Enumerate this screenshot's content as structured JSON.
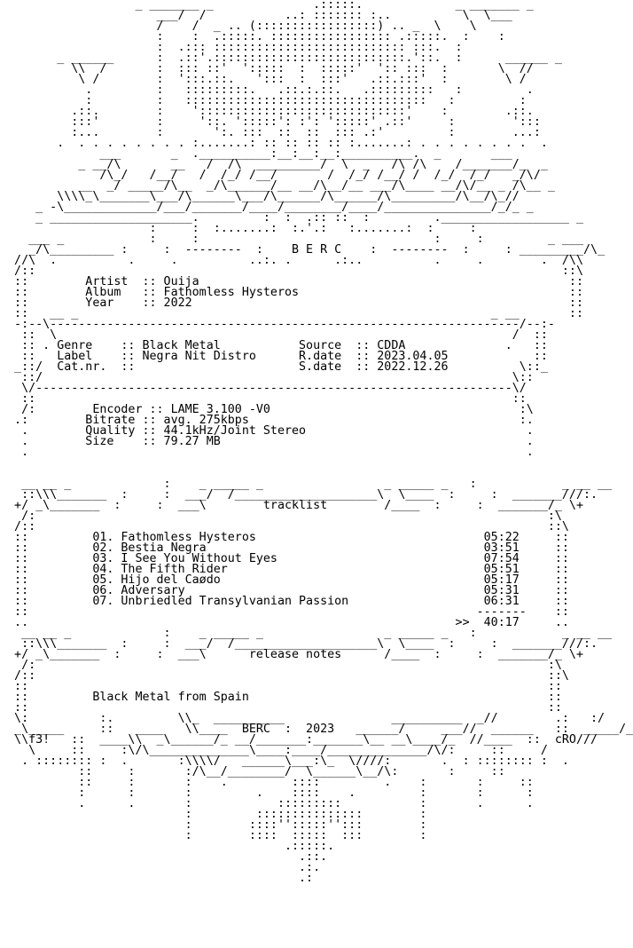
{
  "lines": [
    "                   _ _______ _              .:::::.             _ _______ _",
    "                      ___/  /           ..: ::::::: :..          \\  \\___",
    "                      /    /  _ .. (:::::::::::::::::) .. _  \\    \\",
    "                      :    :  .:::::. ::::::::::::::::: .:::::.  :    :",
    "                      :  .::: ::::::::::::::::::::::::::: :::.  :",
    "        _ ______      :  .::'.:::::::::::::::::::::::::::.'::.  :      ______ _",
    "          \\\\  /       :  ::: ::'  ':::::  :  :::::'  ':: :::  :       \\  //",
    "           \\ /        :  ':::.::.   ':::  :  :::'   .::.:::'  :        \\ /",
    "            .         :   :::::::::.   .::.:.::.   .:::::::::   :         .",
    "            :         :   ::::::::::::::::::::::::::::::::::   :         :",
    "          .::.        :    ':::::::::::::::::::::::::::::'    :        .::.",
    "          :::'        :     '::. ':::::': :': ':::::' .::'     :        ':::",
    "          :...        :       ':. :::  ::  ::  ::: .:'         :        ...:",
    "        .  . . . . . . . . :.......: :: :: :: :: :.......: . . . . . . . .  .",
    "              ___       _  .__________:__:__:__:__________.  _       ___",
    "           _ __/\\       __   /  /\\  _________/  \\  _   /\\ /\\    /_______/_  _",
    "              /\\_/   /__/   /  /_/ /__/       /  /_/ /__/ /  /_/  /_/   _/\\/",
    "           __  _/ _____/\\__  _/\\______/__ __/\\__/__ ___/\\____ __/\\/__ _ /\\__ _",
    "        \\\\\\\\_\\_______\\___/\\______\\___/\\______/\\______/\\_________/\\__/\\_//",
    "     _ -\\_____________/___/_______/____/________/____/_______________/_/_ _",
    "     _ ____________________.         :  :  .:: ::  :         .__________________ _",
    "                     :     :  :.......:  :.'.:   :.......:  :     :",
    "    ___ _            :     :                                 :     :         _ ___",
    "    _/\\_________ :     :  --------  :    B E R C    :  --------  :     : _________/\\_",
    "  //\\  .          .     .          ..:. .      .:..          .     .        .  /\\\\",
    "  /::                                                                          ::\\",
    "  ::        Artist  :: Ouija                                                    ::",
    "  ::        Album   :: Fathomless Hysteros                                      ::",
    "  ::        Year    :: 2022                                                     ::",
    "  ::   __ _                                                          _ __       ::",
    "  -:--\\------------------------------------------------------------------/--:-",
    "   ::  \\                                                                /  ::",
    "   :: . Genre    :: Black Metal           Source  :: CDDA              .   ::",
    "   ::   Label    :: Negra Nit Distro      R.date  :: 2023.04.05            ::",
    "  _::/  Cat.nr.  ::                       S.date  :: 2022.12.26          \\::_",
    "   ::/                                                                  \\::",
    "   \\/-------------------------------------------------------------------\\/",
    "   ::                                                                   ::",
    "   /:        Encoder :: LAME 3.100 -V0                                   :\\",
    "  .:        Bitrate :: avg. 275kbps                                      :.",
    "   .        Quality :: 44.1kHz/Joint Stereo                               .",
    "   .        Size    :: 79.27 MB                                           .",
    "   .                                                                      .",
    "",
    "",
    "   __ __ _             :    _ _____ _                 _ _____ _   :            _ __ __",
    "   ::\\\\\\_______  :     :  ___/  /____________________\\  \\____  :     :  _______///:.",
    "  +/ _\\_______  :     :  ___\\        tracklist        /____  :     :  _______/_ \\+",
    "   /:                                                                        :\\",
    "  /::                                                                        ::\\",
    "  ::         01. Fathomless Hysteros                                05:22     ::",
    "  ::         02. Bestia Negra                                       03:51     ::",
    "  ::         03. I See You Without Eyes                             07:54     ::",
    "  ::         04. The Fifth Rider                                    05:51     ::",
    "  ::         05. Hijo del Caødo                                     05:17     ::",
    "  ::         06. Adversary                                          05:31     ::",
    "  ::         07. Unbriedled Transylvanian Passion                   06:31     ::",
    "  ::                                                               -------    ::",
    "  ..                                                            >>  40:17     ..",
    "   __ __ _             :    _ _____ _                 _ _____ _   :            _ __ __",
    "   ::\\\\\\_______  :     :  ___/  /____________________\\  \\____  :     :  _______///:.",
    "  +/ _\\_______  :     :  ___\\      release notes      /____  :     :  _______/_ \\+",
    "   /:                                                                        :\\",
    "  /::                                                                        ::\\",
    "  ::                                                                         ::",
    "  ::         Black Metal from Spain                                          ::",
    "  ::                                                                         ::",
    "  \\:          :.         \\\\_  __________               __________  _//        .:   :/",
    "  _\\_____     ::   ____   \\\\____  BERC  :  2023   ______/     ___//  ______   ::  _____/_",
    "  \\\\f3!   ::  ____\\\\  _\\______/_ __/_______:_______\\__ __\\____/_  //____  ::  cRO///",
    "    \\     ::     :\\/\\______________\\____:____/______________/\\/:     ::     /",
    "   . :::::::: :  .       :\\\\\\\\/   ______\\___:\\_  \\////:       .  : :::::::: :  .",
    "           ::     :       :/\\__/________/  \\______\\__/\\:       :     ::",
    "           ::     :       :    .         ::::         .    :       :     ::",
    "           :      :       :         .    ::::    .         :       :      :",
    "           .      .       :            :::::::::           :       .      .",
    "                          :         :::::::::::::::        :",
    "                          :        ::::'':::::'':::        :",
    "                          :        ::::  :::::  :::        :",
    "                                        .:::::.",
    "                                          .::.",
    "                                          .:.",
    "                                          .:"
  ]
}
